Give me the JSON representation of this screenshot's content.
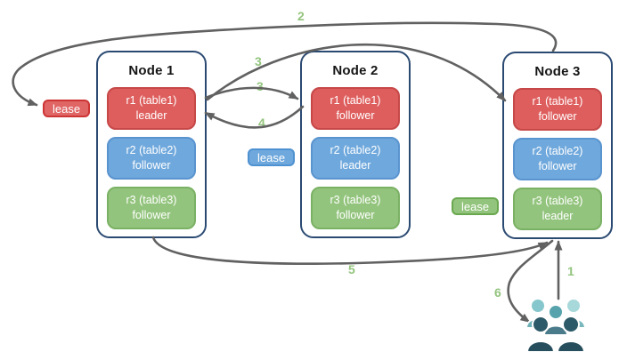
{
  "nodes": [
    {
      "title": "Node 1",
      "replicas": [
        {
          "name": "r1 (table1)",
          "role": "leader",
          "color": "red"
        },
        {
          "name": "r2 (table2)",
          "role": "follower",
          "color": "blue"
        },
        {
          "name": "r3 (table3)",
          "role": "follower",
          "color": "green"
        }
      ]
    },
    {
      "title": "Node 2",
      "replicas": [
        {
          "name": "r1 (table1)",
          "role": "follower",
          "color": "red"
        },
        {
          "name": "r2 (table2)",
          "role": "leader",
          "color": "blue"
        },
        {
          "name": "r3 (table3)",
          "role": "follower",
          "color": "green"
        }
      ]
    },
    {
      "title": "Node 3",
      "replicas": [
        {
          "name": "r1 (table1)",
          "role": "follower",
          "color": "red"
        },
        {
          "name": "r2 (table2)",
          "role": "follower",
          "color": "blue"
        },
        {
          "name": "r3 (table3)",
          "role": "leader",
          "color": "green"
        }
      ]
    }
  ],
  "leases": [
    {
      "label": "lease",
      "color": "red"
    },
    {
      "label": "lease",
      "color": "blue"
    },
    {
      "label": "lease",
      "color": "green"
    }
  ],
  "steps": [
    {
      "label": "1"
    },
    {
      "label": "2"
    },
    {
      "label": "3"
    },
    {
      "label": "3"
    },
    {
      "label": "4"
    },
    {
      "label": "5"
    },
    {
      "label": "6"
    }
  ],
  "icons": {
    "users": "users-group-icon"
  },
  "colors": {
    "replica_red": "#de5e5d",
    "replica_red_border": "#c64848",
    "replica_blue": "#6fa8dc",
    "replica_blue_border": "#5a94cf",
    "replica_green": "#93c47d",
    "replica_green_border": "#7ab164",
    "node_border": "#2b4a72",
    "arrow": "#616161",
    "step_label": "#93c47d",
    "users_teal_light": "#a7d8da",
    "users_teal": "#6db0b6",
    "users_slate": "#4a7b8a",
    "users_dark": "#264e5d"
  }
}
